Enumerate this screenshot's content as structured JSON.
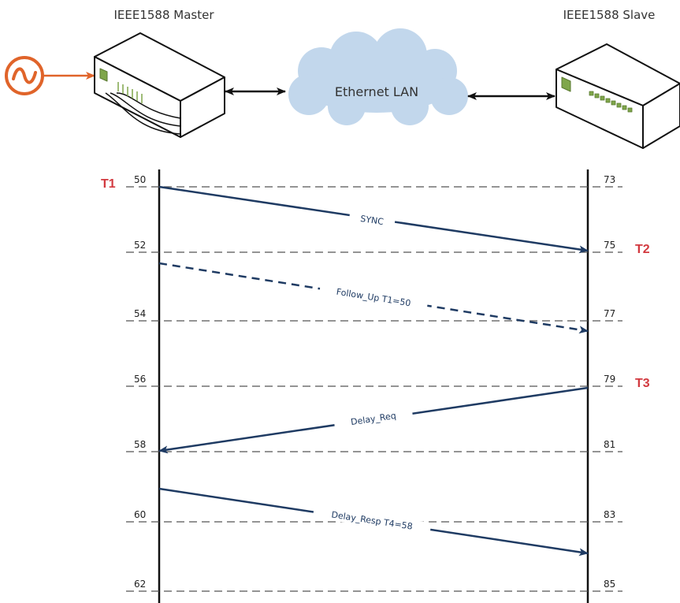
{
  "header": {
    "master_label": "IEEE1588 Master",
    "slave_label": "IEEE1588 Slave",
    "network_label": "Ethernet LAN"
  },
  "icons": {
    "clock_source": "sine-wave-clock-icon",
    "master_device": "network-device-icon",
    "slave_device": "network-switch-icon"
  },
  "colors": {
    "message": "#1f3b63",
    "timestamp_label": "#d2393f",
    "clock_source": "#e0642a",
    "cloud": "#c2d7ec",
    "device_led": "#7fa64a"
  },
  "master_ticks": [
    "50",
    "52",
    "54",
    "56",
    "58",
    "60",
    "62"
  ],
  "slave_ticks": [
    "73",
    "75",
    "77",
    "79",
    "81",
    "83",
    "85"
  ],
  "timestamps": [
    {
      "label": "T1",
      "side": "master",
      "tick_index": 0
    },
    {
      "label": "T2",
      "side": "slave",
      "tick_index": 1
    },
    {
      "label": "T3",
      "side": "slave",
      "tick_index": 3
    }
  ],
  "messages": [
    {
      "label": "SYNC",
      "direction": "master-to-slave",
      "style": "solid"
    },
    {
      "label": "Follow_Up T1=50",
      "direction": "master-to-slave",
      "style": "dashed"
    },
    {
      "label": "Delay_Req",
      "direction": "slave-to-master",
      "style": "solid"
    },
    {
      "label": "Delay_Resp T4=58",
      "direction": "master-to-slave",
      "style": "solid"
    }
  ]
}
